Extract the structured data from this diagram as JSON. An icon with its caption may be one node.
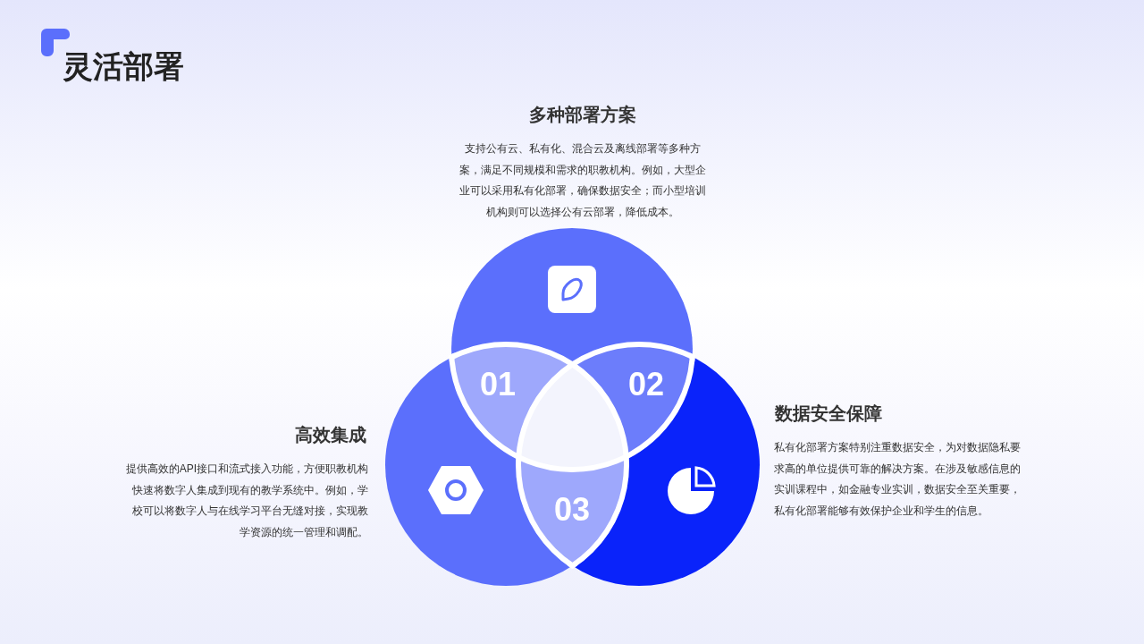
{
  "diagram": {
    "title": "灵活部署",
    "nodes": [
      {
        "text": [
          "01"
        ]
      },
      {
        "text": [
          "02"
        ]
      },
      {
        "text": [
          "03"
        ]
      }
    ],
    "labels": [
      "多种部署方案",
      "支持公有云、私有化、混合云及离线部署等多种方案，满足不同规模和需求的职教机构。例如，大型企业可以采用私有化部署，确保数据安全；而小型培训机构则可以选择公有云部署，降低成本。",
      "数据安全保障",
      "高效集成",
      "提供高效的API接口和流式接入功能，方便职教机构快速将数字人集成到现有的教学系统中。例如，学校可以将数字人与在线学习平台无缝对接，实现教学资源的统一管理和调配。",
      "私有化部署方案特别注重数据安全，为对数据隐私要求高的单位提供可靠的解决方案。在涉及敏感信息的实训课程中，如金融专业实训，数据安全至关重要，私有化部署能够有效保护企业和学生的信息。"
    ]
  }
}
